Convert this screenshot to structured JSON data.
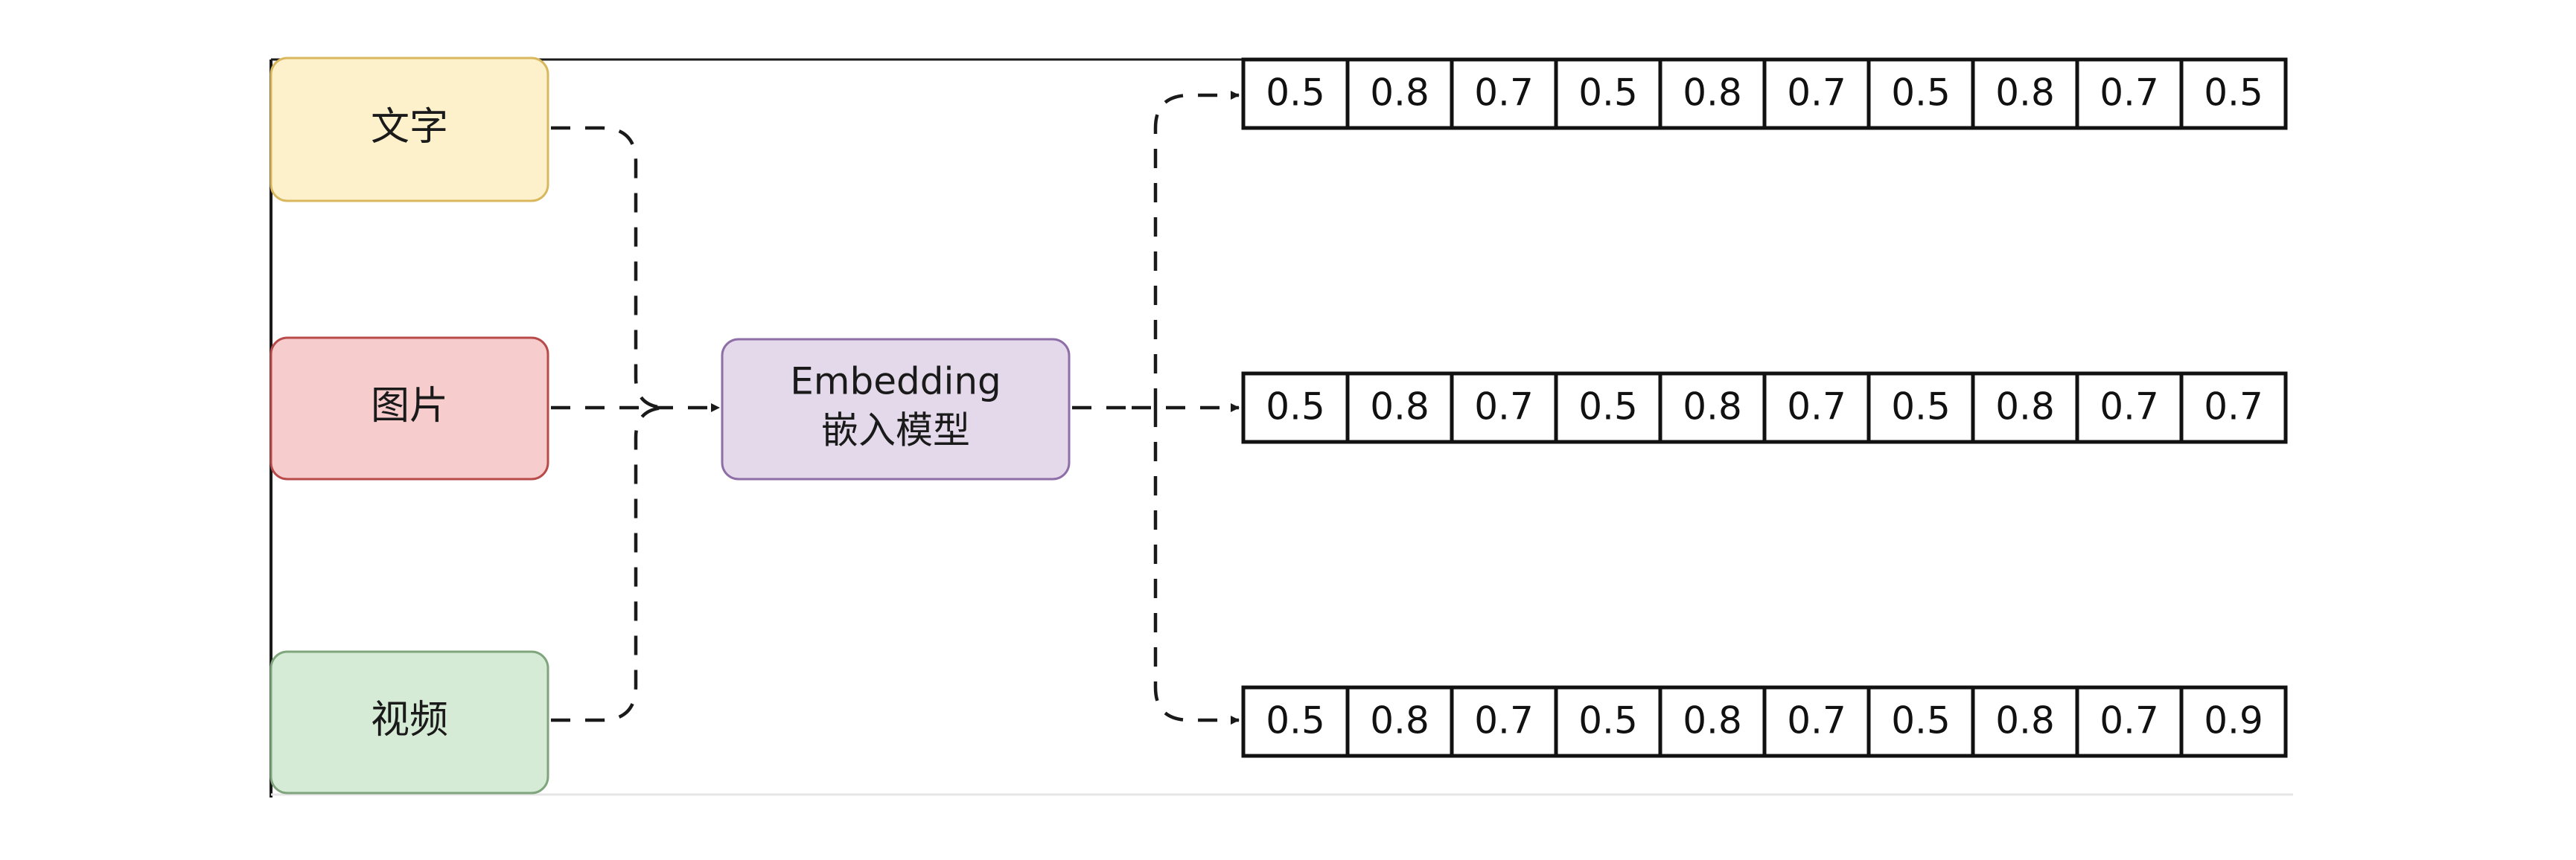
{
  "inputs": [
    {
      "id": "text",
      "label": "文字",
      "fill": "#fdf1cc",
      "stroke": "#d9b75c"
    },
    {
      "id": "image",
      "label": "图片",
      "fill": "#f6cccc",
      "stroke": "#b84a4a"
    },
    {
      "id": "video",
      "label": "视频",
      "fill": "#d6ebd5",
      "stroke": "#7fa57d"
    }
  ],
  "model": {
    "label_en": "Embedding",
    "label_zh": "嵌入模型",
    "fill": "#e4d9ea",
    "stroke": "#8e6ea6"
  },
  "vectors": [
    {
      "id": "vector-1",
      "values": [
        "0.5",
        "0.8",
        "0.7",
        "0.5",
        "0.8",
        "0.7",
        "0.5",
        "0.8",
        "0.7",
        "0.5"
      ]
    },
    {
      "id": "vector-2",
      "values": [
        "0.5",
        "0.8",
        "0.7",
        "0.5",
        "0.8",
        "0.7",
        "0.5",
        "0.8",
        "0.7",
        "0.7"
      ]
    },
    {
      "id": "vector-3",
      "values": [
        "0.5",
        "0.8",
        "0.7",
        "0.5",
        "0.8",
        "0.7",
        "0.5",
        "0.8",
        "0.7",
        "0.9"
      ]
    }
  ],
  "colors": {
    "line": "#1a1a1a",
    "frame": "#1a1a1a"
  }
}
